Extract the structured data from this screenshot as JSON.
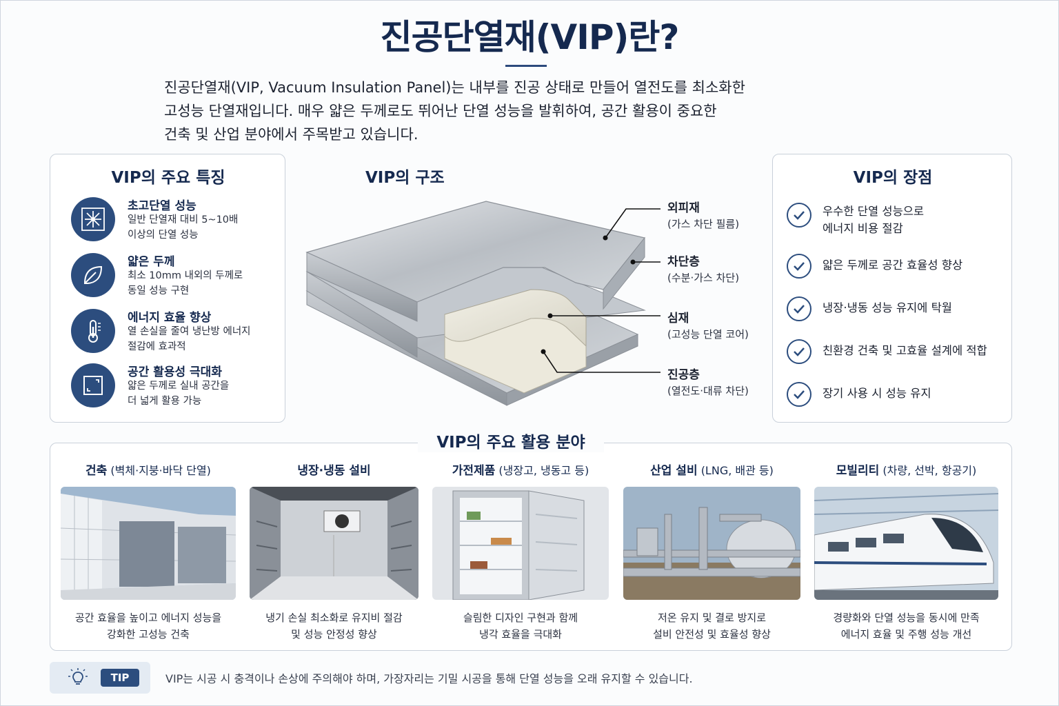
{
  "title": "진공단열재(VIP)란?",
  "intro": [
    "진공단열재(VIP, Vacuum Insulation Panel)는 내부를 진공 상태로 만들어 열전도를 최소화한",
    "고성능 단열재입니다. 매우 얇은 두께로도 뛰어난 단열 성능을 발휘하여, 공간 활용이 중요한",
    "건축 및 산업 분야에서 주목받고 있습니다."
  ],
  "features": {
    "title": "VIP의 주요 특징",
    "items": [
      {
        "icon": "snowflake-icon",
        "title": "초고단열 성능",
        "desc": [
          "일반 단열재 대비 5~10배",
          "이상의 단열 성능"
        ]
      },
      {
        "icon": "leaf-icon",
        "title": "얇은 두께",
        "desc": [
          "최소 10mm 내외의 두께로",
          "동일 성능 구현"
        ]
      },
      {
        "icon": "thermometer-icon",
        "title": "에너지 효율 향상",
        "desc": [
          "열 손실을 줄여 냉난방 에너지",
          "절감에 효과적"
        ]
      },
      {
        "icon": "space-icon",
        "title": "공간 활용성 극대화",
        "desc": [
          "얇은 두께로 실내 공간을",
          "더 넓게 활용 가능"
        ]
      }
    ]
  },
  "structure": {
    "title": "VIP의 구조",
    "layers": [
      {
        "name": "외피재",
        "desc": "(가스 차단 필름)"
      },
      {
        "name": "차단층",
        "desc": "(수분·가스 차단)"
      },
      {
        "name": "심재",
        "desc": "(고성능 단열 코어)"
      },
      {
        "name": "진공층",
        "desc": "(열전도·대류 차단)"
      }
    ]
  },
  "advantages": {
    "title": "VIP의 장점",
    "items": [
      [
        "우수한 단열 성능으로",
        "에너지 비용 절감"
      ],
      [
        "얇은 두께로 공간 효율성 향상"
      ],
      [
        "냉장·냉동 성능 유지에 탁월"
      ],
      [
        "친환경 건축 및 고효율 설계에 적합"
      ],
      [
        "장기 사용 시 성능 유지"
      ]
    ]
  },
  "usage": {
    "title": "VIP의 주요 활용 분야",
    "items": [
      {
        "name": "건축",
        "sub": "(벽체·지붕·바닥 단열)",
        "desc": [
          "공간 효율을 높이고 에너지 성능을",
          "강화한 고성능 건축"
        ]
      },
      {
        "name": "냉장·냉동 설비",
        "sub": "",
        "desc": [
          "냉기 손실 최소화로 유지비 절감",
          "및 성능 안정성 향상"
        ]
      },
      {
        "name": "가전제품",
        "sub": "(냉장고, 냉동고 등)",
        "desc": [
          "슬림한 디자인 구현과 함께",
          "냉각 효율을 극대화"
        ]
      },
      {
        "name": "산업 설비",
        "sub": "(LNG, 배관 등)",
        "desc": [
          "저온 유지 및 결로 방지로",
          "설비 안전성 및 효율성 향상"
        ]
      },
      {
        "name": "모빌리티",
        "sub": "(차량, 선박, 항공기)",
        "desc": [
          "경량화와 단열 성능을 동시에 만족",
          "에너지 효율 및 주행 성능 개선"
        ]
      }
    ]
  },
  "tip": {
    "badge": "TIP",
    "text": "VIP는 시공 시 충격이나 손상에 주의해야 하며, 가장자리는 기밀 시공을 통해 단열 성능을 오래 유지할 수 있습니다."
  },
  "colors": {
    "navy": "#15294f",
    "accent": "#2c4d7e",
    "border": "#c9d0da"
  }
}
